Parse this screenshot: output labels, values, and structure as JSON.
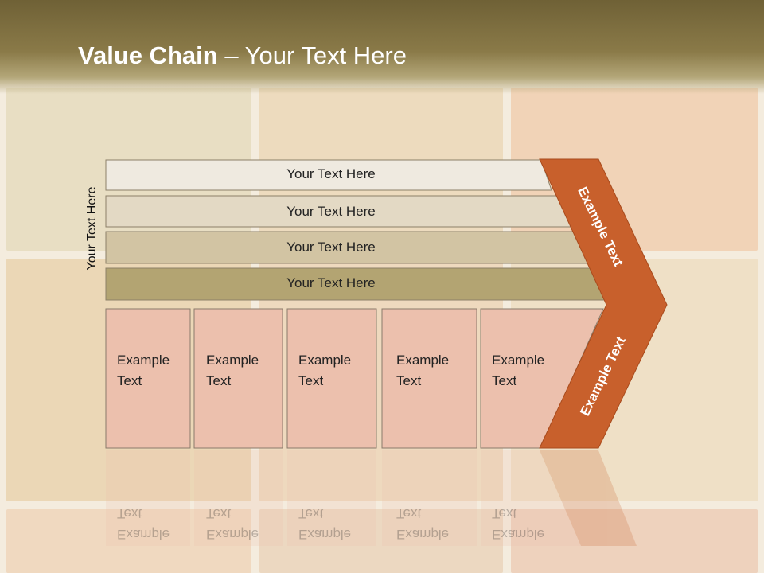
{
  "title": {
    "bold": "Value Chain",
    "rest": " – Your Text Here"
  },
  "side_label": "Your Text Here",
  "bars": [
    {
      "label": "Your Text Here",
      "fill": "#efeae0"
    },
    {
      "label": "Your Text Here",
      "fill": "#e3d9c4"
    },
    {
      "label": "Your Text Here",
      "fill": "#d2c4a3"
    },
    {
      "label": "Your Text Here",
      "fill": "#b3a472"
    }
  ],
  "boxes": [
    {
      "line1": "Example",
      "line2": "Text"
    },
    {
      "line1": "Example",
      "line2": "Text"
    },
    {
      "line1": "Example",
      "line2": "Text"
    },
    {
      "line1": "Example",
      "line2": "Text"
    },
    {
      "line1": "Example",
      "line2": "Text"
    }
  ],
  "chevron": {
    "top_label": "Example Text",
    "bottom_label": "Example Text",
    "color": "#c8602c"
  },
  "colors": {
    "box_fill": "#ecc0ad",
    "title_band": "#7a6a3c"
  }
}
